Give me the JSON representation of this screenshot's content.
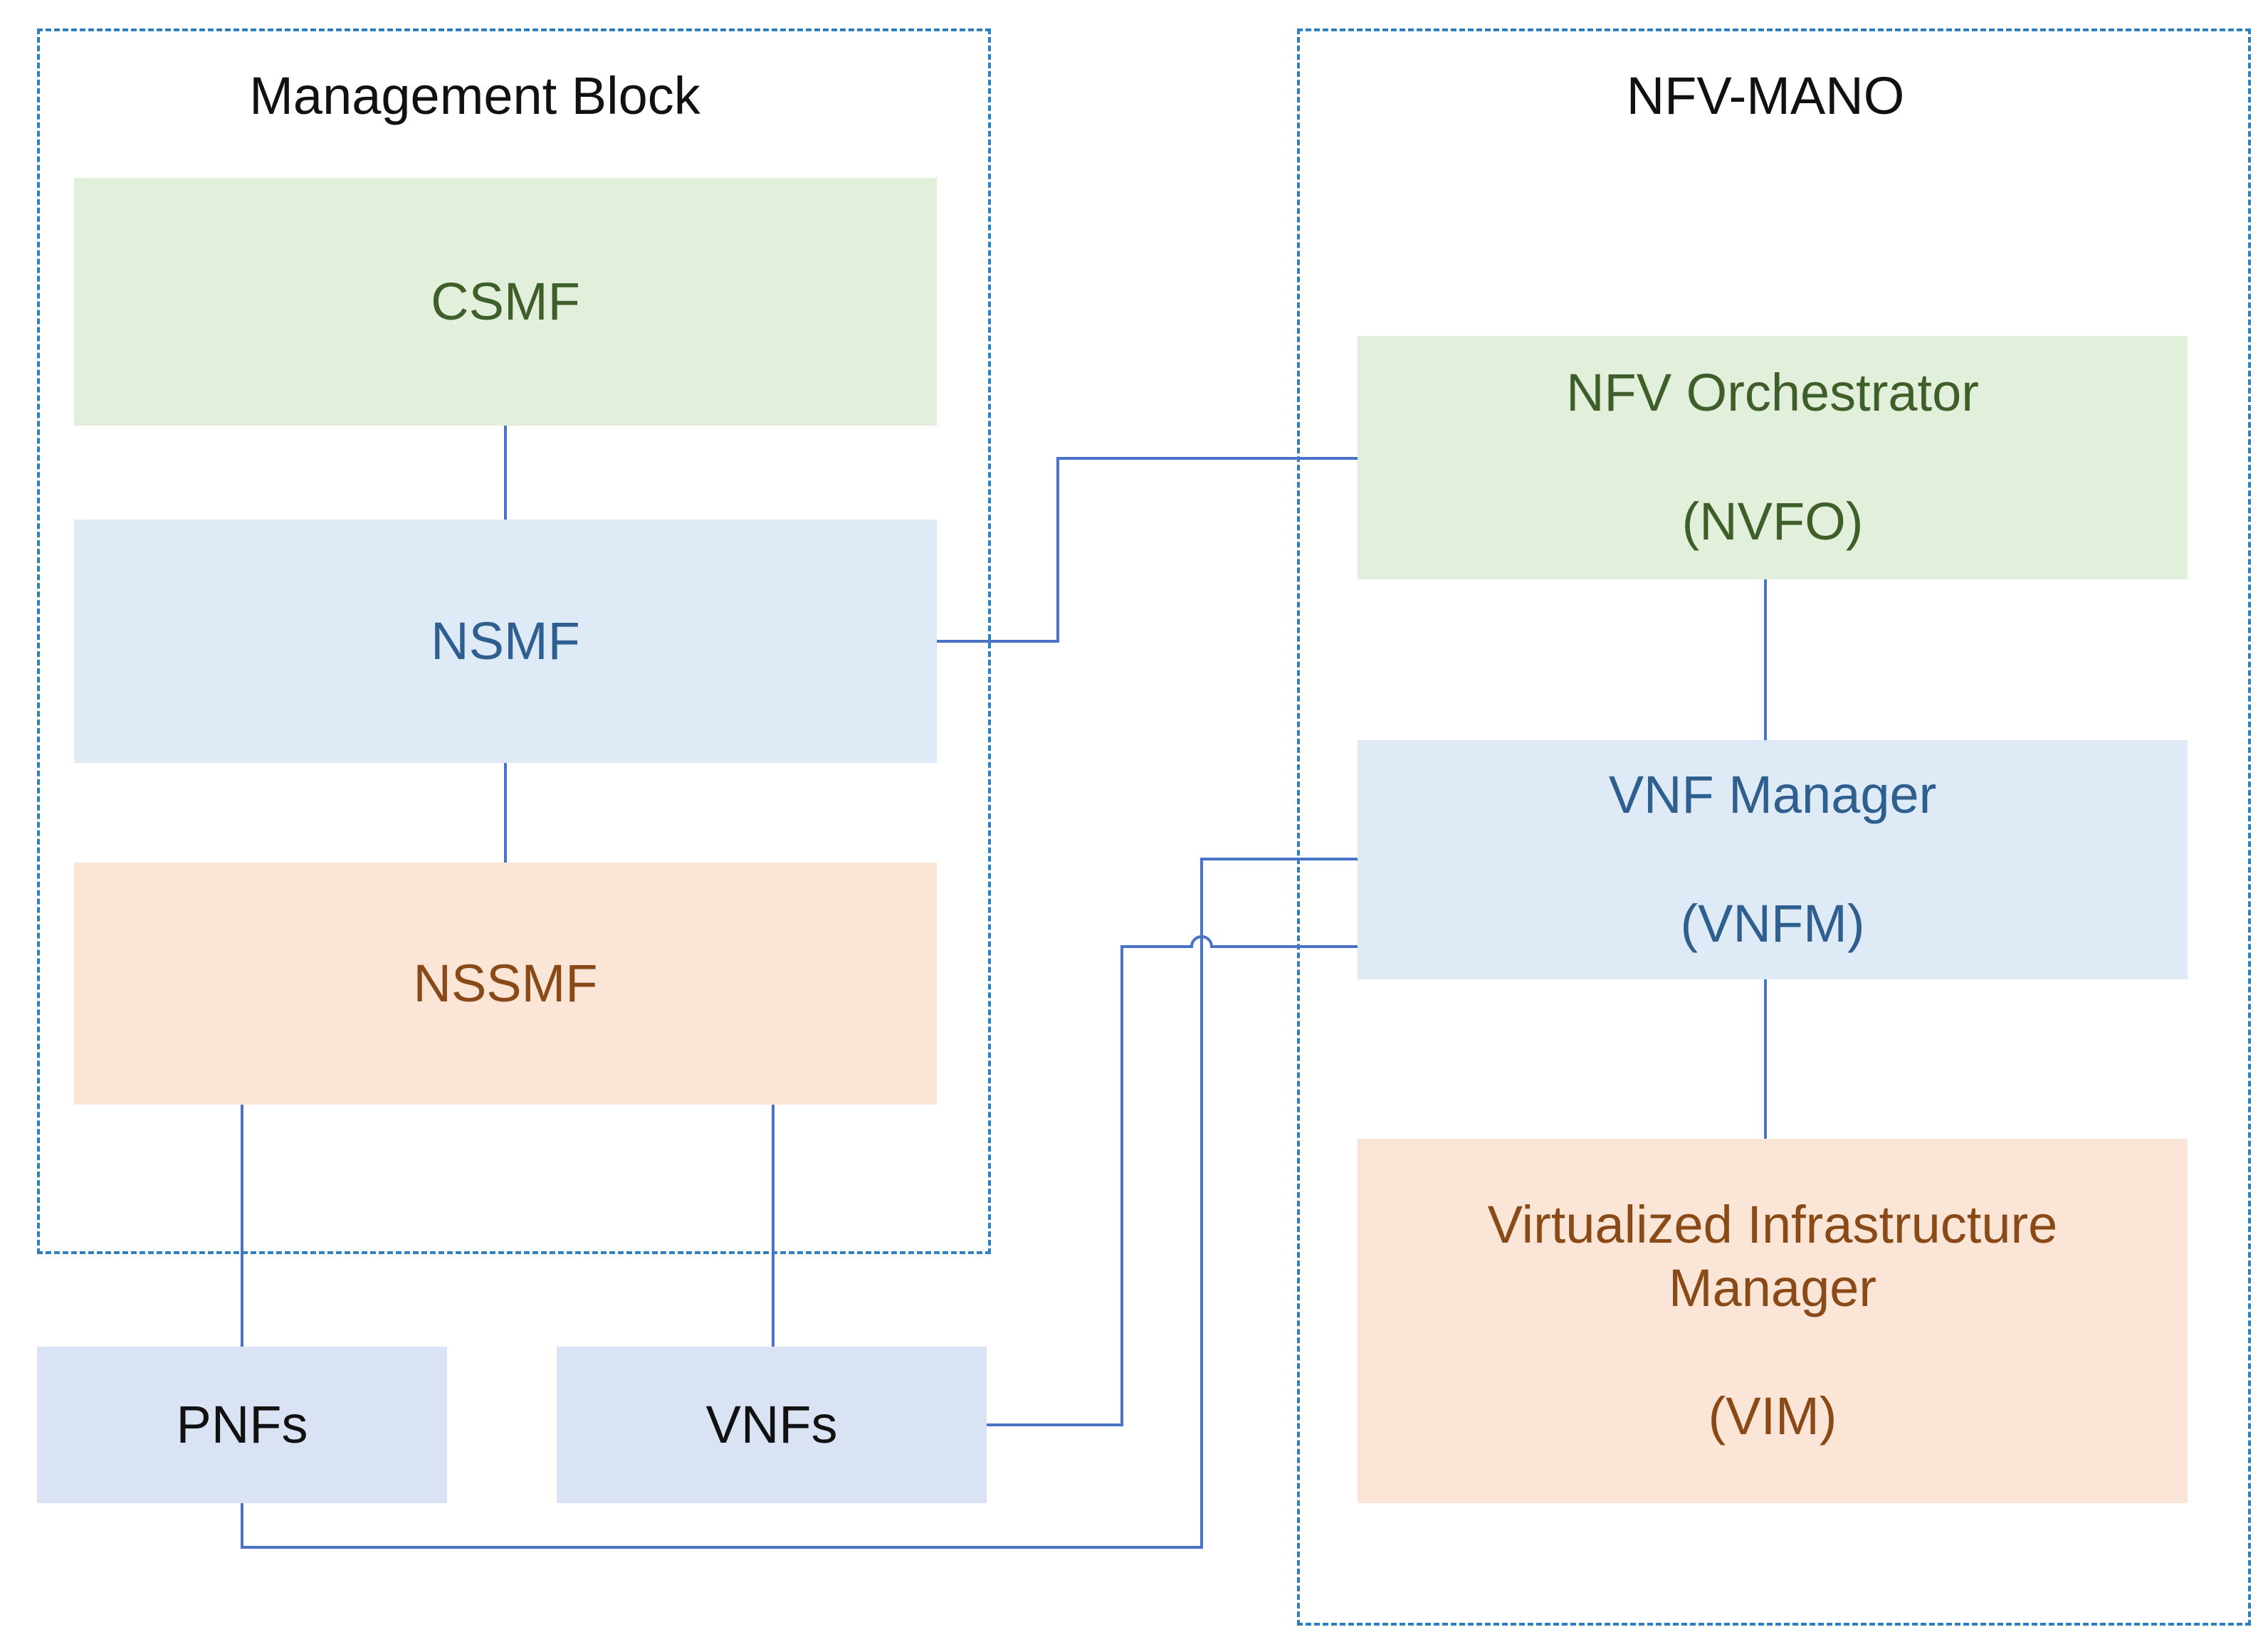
{
  "groups": {
    "management_block": {
      "title": "Management Block"
    },
    "nfv_mano": {
      "title": "NFV-MANO"
    }
  },
  "boxes": {
    "csmf": {
      "label": "CSMF"
    },
    "nsmf": {
      "label": "NSMF"
    },
    "nssmf": {
      "label": "NSSMF"
    },
    "pnfs": {
      "label": "PNFs"
    },
    "vnfs": {
      "label": "VNFs"
    },
    "nfv_orchestrator": {
      "line1": "NFV Orchestrator",
      "line2": "(NVFO)"
    },
    "vnf_manager": {
      "line1": "VNF Manager",
      "line2": "(VNFM)"
    },
    "vim": {
      "line1": "Virtualized Infrastructure",
      "line2": "Manager",
      "line3": "(VIM)"
    }
  },
  "colors": {
    "dashed_border": "#2f7fbf",
    "connector": "#4a72c6",
    "green_fill": "#e2efda",
    "blue_fill": "#deebf7",
    "orange_fill": "#fbe5d6",
    "purple_fill": "#dae3f3"
  }
}
